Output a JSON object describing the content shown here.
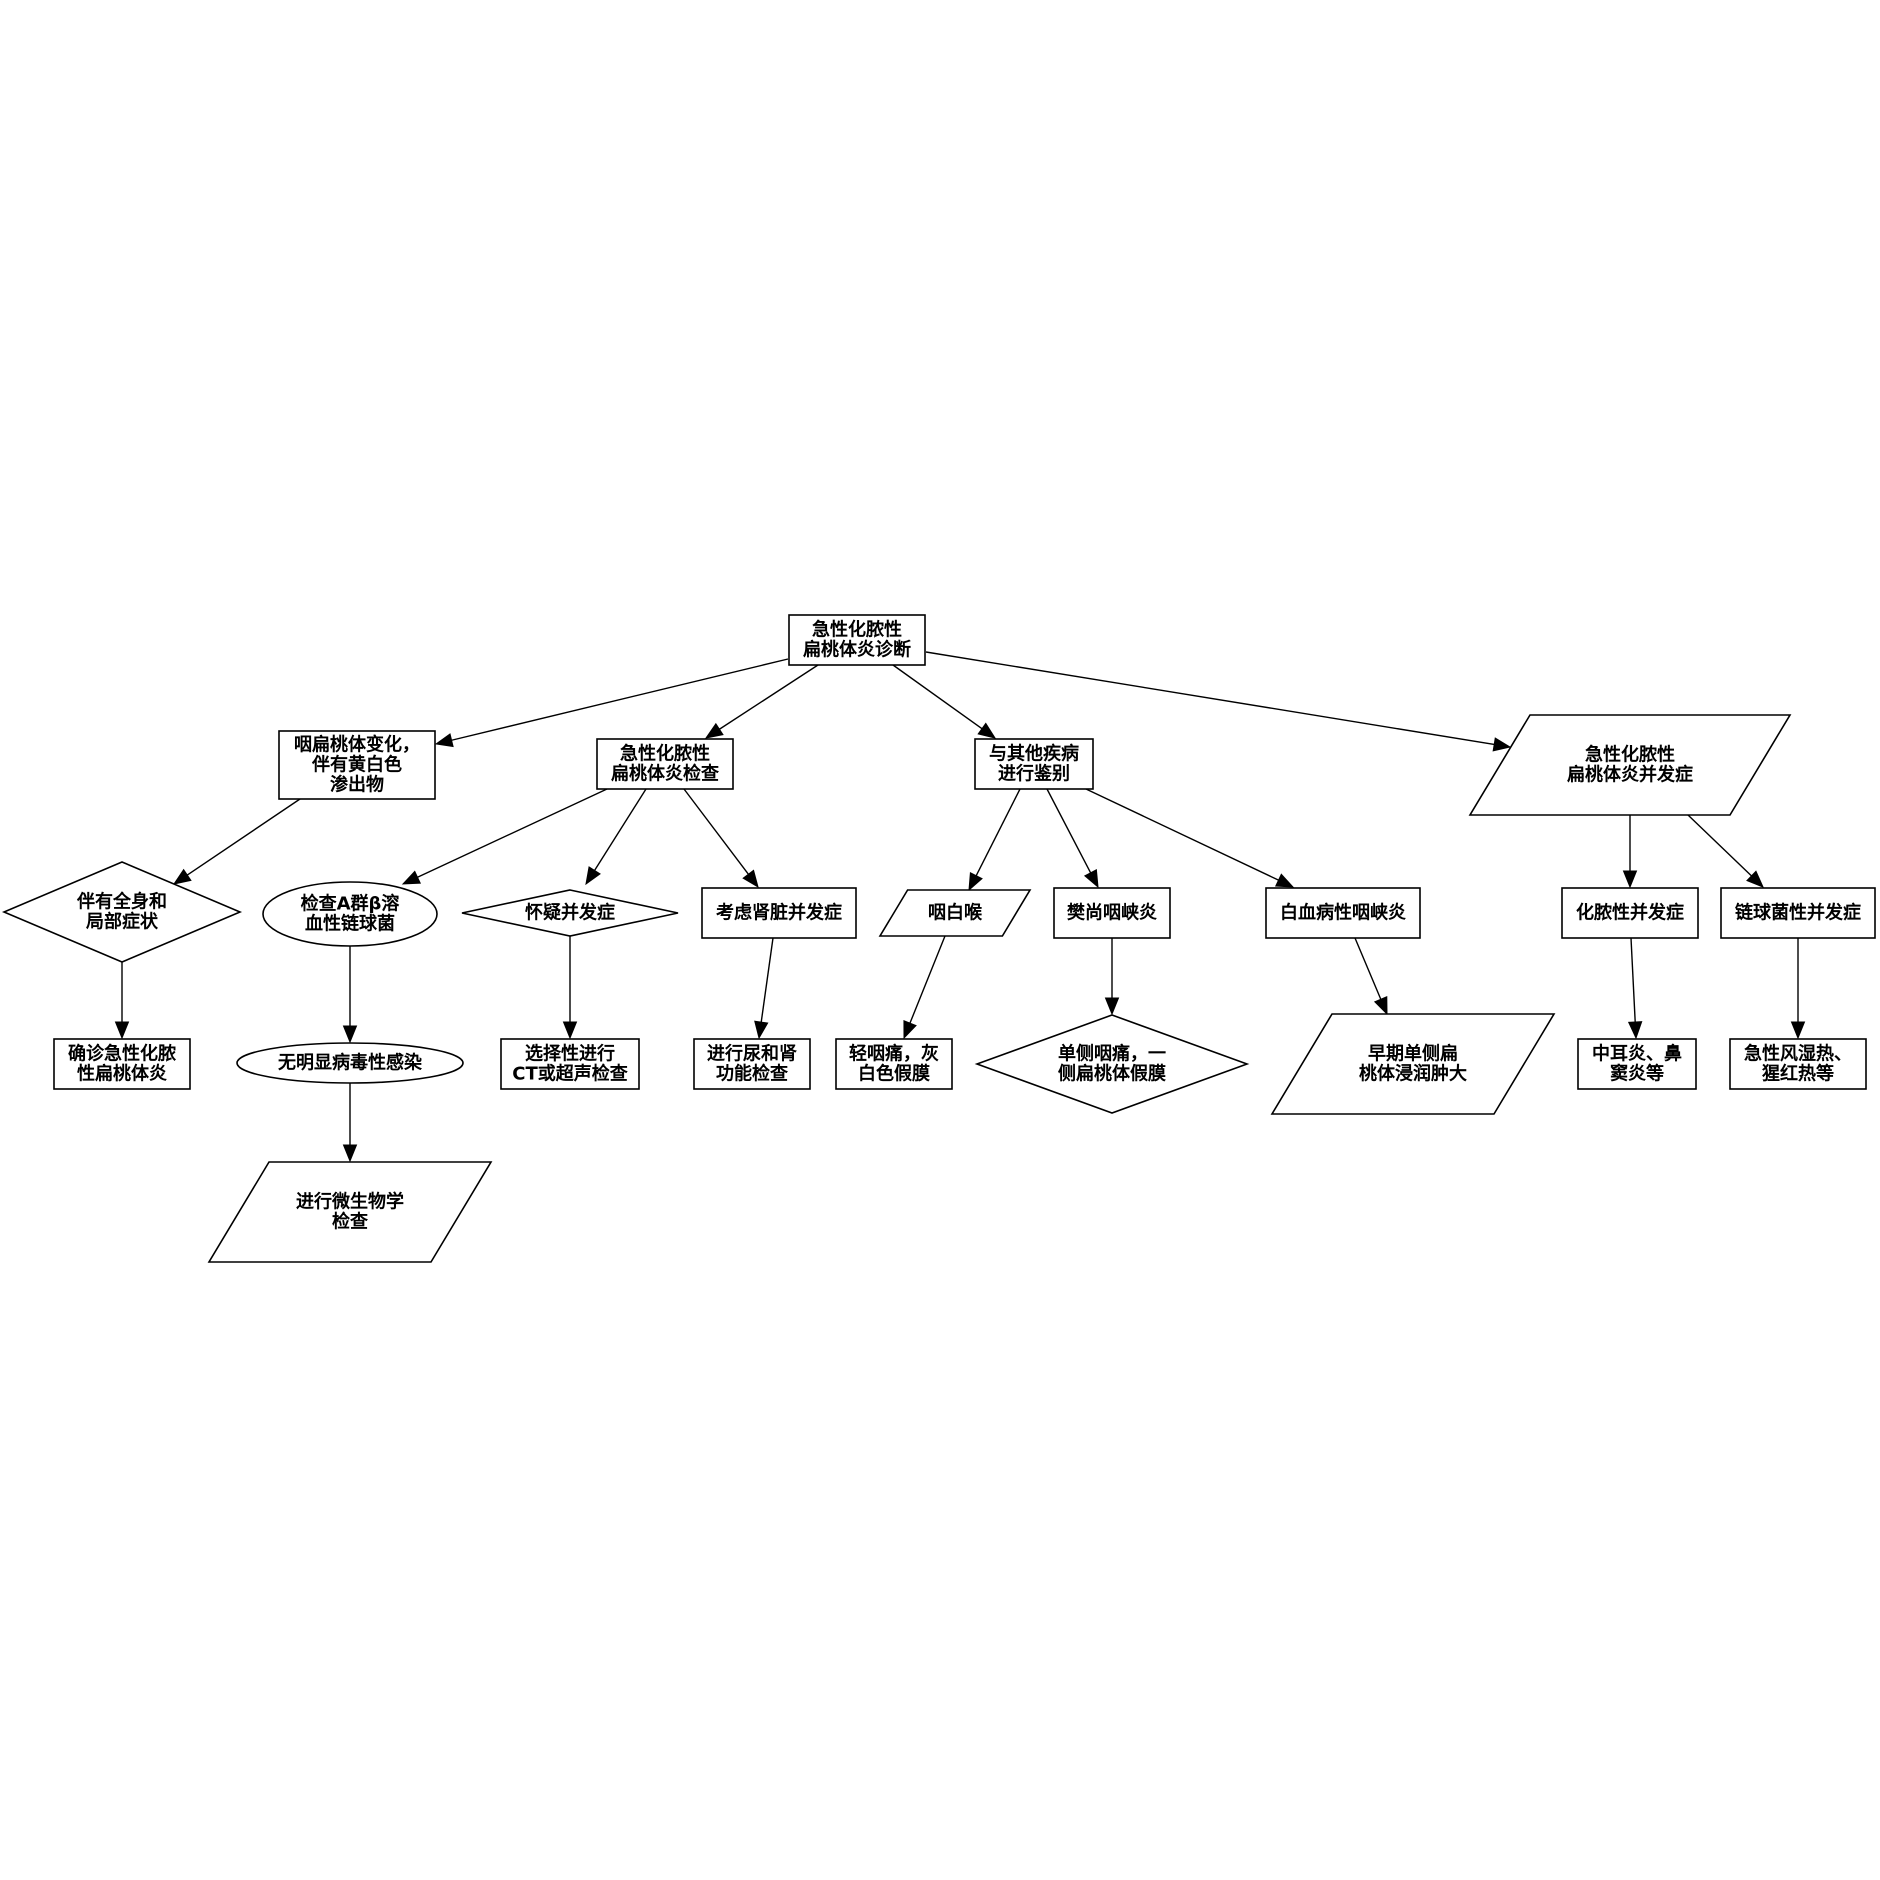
{
  "diagram": {
    "nodes": [
      {
        "id": "root",
        "lines": [
          "急性化脓性",
          "扁桃体炎诊断"
        ],
        "shape": "rect"
      },
      {
        "id": "n1",
        "lines": [
          "咽扁桃体变化，",
          "伴有黄白色",
          "渗出物"
        ],
        "shape": "rect"
      },
      {
        "id": "n2",
        "lines": [
          "急性化脓性",
          "扁桃体炎检查"
        ],
        "shape": "rect"
      },
      {
        "id": "n3",
        "lines": [
          "与其他疾病",
          "进行鉴别"
        ],
        "shape": "rect"
      },
      {
        "id": "n4",
        "lines": [
          "急性化脓性",
          "扁桃体炎并发症"
        ],
        "shape": "parallelogram"
      },
      {
        "id": "n1a",
        "lines": [
          "伴有全身和",
          "局部症状"
        ],
        "shape": "diamond"
      },
      {
        "id": "n1b",
        "lines": [
          "确诊急性化脓",
          "性扁桃体炎"
        ],
        "shape": "rect"
      },
      {
        "id": "n2a",
        "lines": [
          "检查A群β溶",
          "血性链球菌"
        ],
        "shape": "ellipse"
      },
      {
        "id": "n2a1",
        "lines": [
          "无明显病毒性感染"
        ],
        "shape": "ellipse"
      },
      {
        "id": "n2a2",
        "lines": [
          "进行微生物学",
          "检查"
        ],
        "shape": "parallelogram"
      },
      {
        "id": "n2b",
        "lines": [
          "怀疑并发症"
        ],
        "shape": "diamond"
      },
      {
        "id": "n2b1",
        "lines": [
          "选择性进行",
          "CT或超声检查"
        ],
        "shape": "rect"
      },
      {
        "id": "n2c",
        "lines": [
          "考虑肾脏并发症"
        ],
        "shape": "rect"
      },
      {
        "id": "n2c1",
        "lines": [
          "进行尿和肾",
          "功能检查"
        ],
        "shape": "rect"
      },
      {
        "id": "n3a",
        "lines": [
          "咽白喉"
        ],
        "shape": "parallelogram"
      },
      {
        "id": "n3a1",
        "lines": [
          "轻咽痛，灰",
          "白色假膜"
        ],
        "shape": "rect"
      },
      {
        "id": "n3b",
        "lines": [
          "樊尚咽峡炎"
        ],
        "shape": "rect"
      },
      {
        "id": "n3b1",
        "lines": [
          "单侧咽痛，一",
          "侧扁桃体假膜"
        ],
        "shape": "diamond"
      },
      {
        "id": "n3c",
        "lines": [
          "白血病性咽峡炎"
        ],
        "shape": "rect"
      },
      {
        "id": "n3c1",
        "lines": [
          "早期单侧扁",
          "桃体浸润肿大"
        ],
        "shape": "parallelogram"
      },
      {
        "id": "n4a",
        "lines": [
          "化脓性并发症"
        ],
        "shape": "rect"
      },
      {
        "id": "n4a1",
        "lines": [
          "中耳炎、鼻",
          "窦炎等"
        ],
        "shape": "rect"
      },
      {
        "id": "n4b",
        "lines": [
          "链球菌性并发症"
        ],
        "shape": "rect"
      },
      {
        "id": "n4b1",
        "lines": [
          "急性风湿热、",
          "猩红热等"
        ],
        "shape": "rect"
      }
    ],
    "edges": [
      {
        "from": "root",
        "to": "n1"
      },
      {
        "from": "root",
        "to": "n2"
      },
      {
        "from": "root",
        "to": "n3"
      },
      {
        "from": "root",
        "to": "n4"
      },
      {
        "from": "n1",
        "to": "n1a"
      },
      {
        "from": "n1a",
        "to": "n1b"
      },
      {
        "from": "n2",
        "to": "n2a"
      },
      {
        "from": "n2",
        "to": "n2b"
      },
      {
        "from": "n2",
        "to": "n2c"
      },
      {
        "from": "n2a",
        "to": "n2a1"
      },
      {
        "from": "n2a1",
        "to": "n2a2"
      },
      {
        "from": "n2b",
        "to": "n2b1"
      },
      {
        "from": "n2c",
        "to": "n2c1"
      },
      {
        "from": "n3",
        "to": "n3a"
      },
      {
        "from": "n3",
        "to": "n3b"
      },
      {
        "from": "n3",
        "to": "n3c"
      },
      {
        "from": "n3a",
        "to": "n3a1"
      },
      {
        "from": "n3b",
        "to": "n3b1"
      },
      {
        "from": "n3c",
        "to": "n3c1"
      },
      {
        "from": "n4",
        "to": "n4a"
      },
      {
        "from": "n4",
        "to": "n4b"
      },
      {
        "from": "n4a",
        "to": "n4a1"
      },
      {
        "from": "n4b",
        "to": "n4b1"
      }
    ]
  }
}
